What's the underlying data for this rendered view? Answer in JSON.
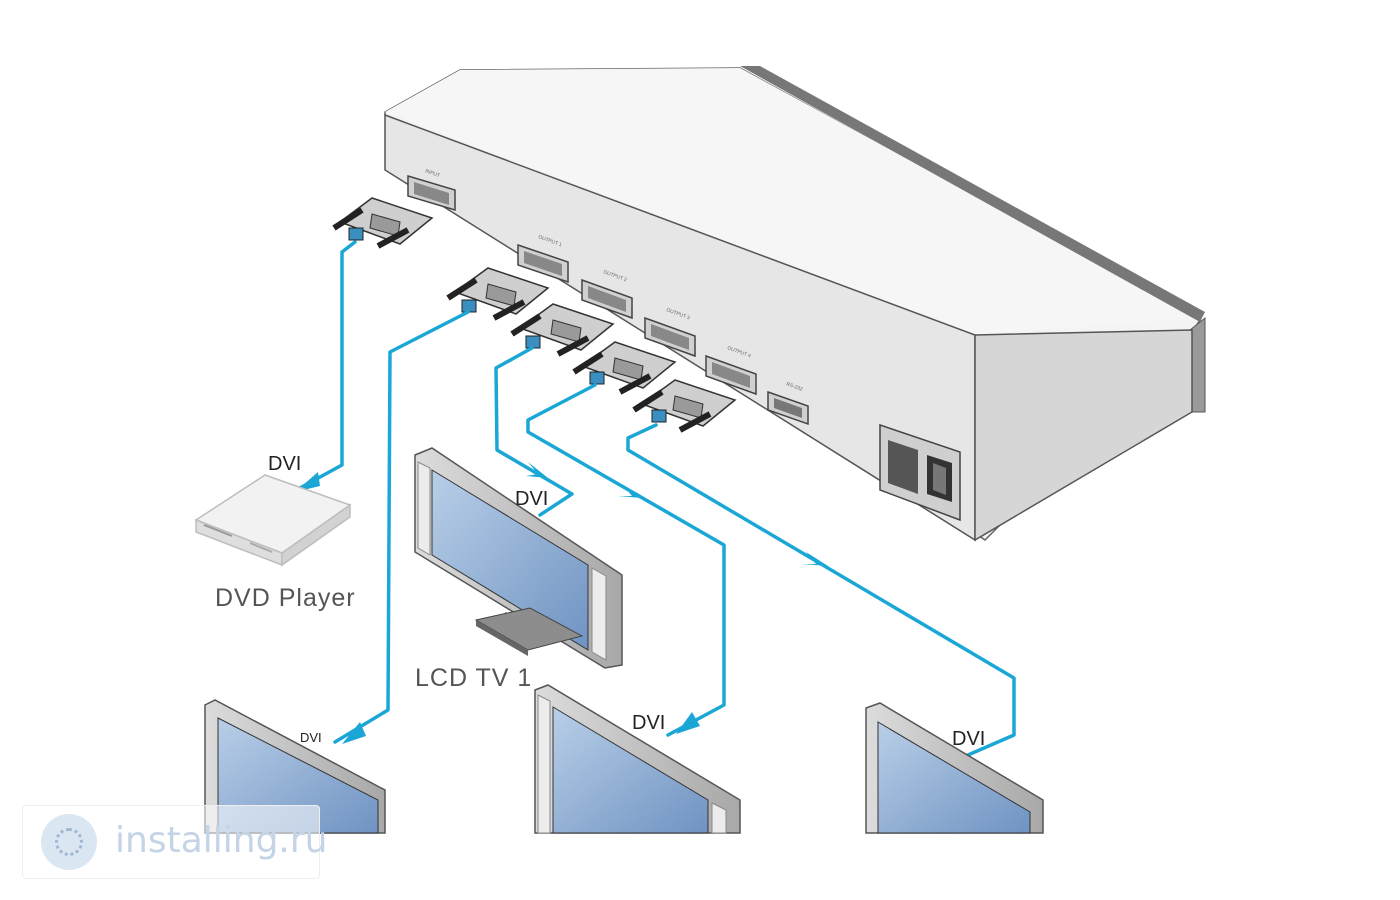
{
  "labels": {
    "dvi_input": "DVI",
    "dvi_tv1": "DVI",
    "dvi_tv2": "DVI",
    "dvi_tv3": "DVI",
    "dvi_tv4": "DVI",
    "dvd_player": "DVD Player",
    "lcd_tv1": "LCD TV 1"
  },
  "device": {
    "ports": [
      "INPUT",
      "OUTPUT 1",
      "OUTPUT 2",
      "OUTPUT 3",
      "OUTPUT 4",
      "RS-232"
    ]
  },
  "watermark": {
    "text": "installing.ru"
  },
  "colors": {
    "cable": "#1aa7d6",
    "device_body": "#ececec",
    "device_edge": "#555555",
    "screen": "#7fa4cf"
  }
}
